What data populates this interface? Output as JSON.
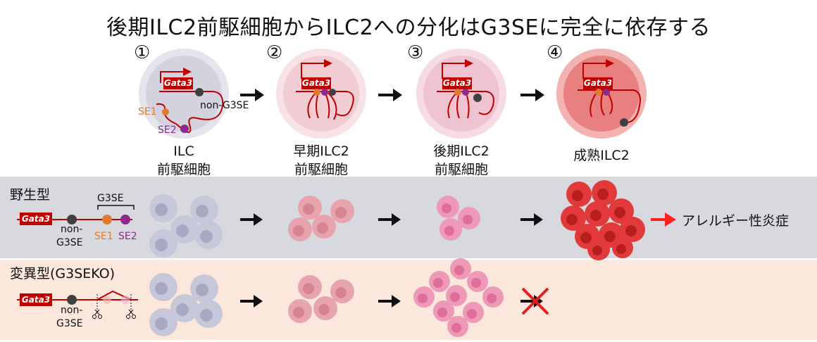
{
  "title": "後期ILC2前駆細胞からILC2への分化はG3SEに完全に依存する",
  "stages": [
    {
      "num": "①",
      "label_line1": "ILC",
      "label_line2": "前駆細胞"
    },
    {
      "num": "②",
      "label_line1": "早期ILC2",
      "label_line2": "前駆細胞"
    },
    {
      "num": "③",
      "label_line1": "後期ILC2",
      "label_line2": "前駆細胞"
    },
    {
      "num": "④",
      "label_line1": "成熟ILC2",
      "label_line2": ""
    }
  ],
  "gene": {
    "name": "Gata3",
    "non_g3se": "non-G3SE",
    "non": "non-",
    "g3se_short": "G3SE",
    "se1": "SE1",
    "se2": "SE2",
    "g3se_bracket": "G3SE"
  },
  "rows": {
    "wild_type": {
      "title": "野生型",
      "outcome": "アレルギー性炎症"
    },
    "mutant": {
      "title": "変異型(G3SEKO)"
    }
  },
  "colors": {
    "gata3_box": "#c00000",
    "chromatin": "#c00000",
    "se1": "#e07a2e",
    "se2": "#8e2a8e",
    "non_g3se": "#404040",
    "ilc_cell": "#c9c9dc",
    "early_cell": "#e8a3ad",
    "late_cell": "#ef9ab8",
    "mature_cell": "#e23a3a",
    "wt_band": "#d8d8df",
    "mut_band": "#fbe7dc",
    "blocked_x": "#e02020",
    "outcome_arrow": "#ff2020"
  },
  "icons": {
    "arrow": "right-arrow-icon",
    "scissors": "scissors-icon",
    "block": "cross-icon"
  }
}
